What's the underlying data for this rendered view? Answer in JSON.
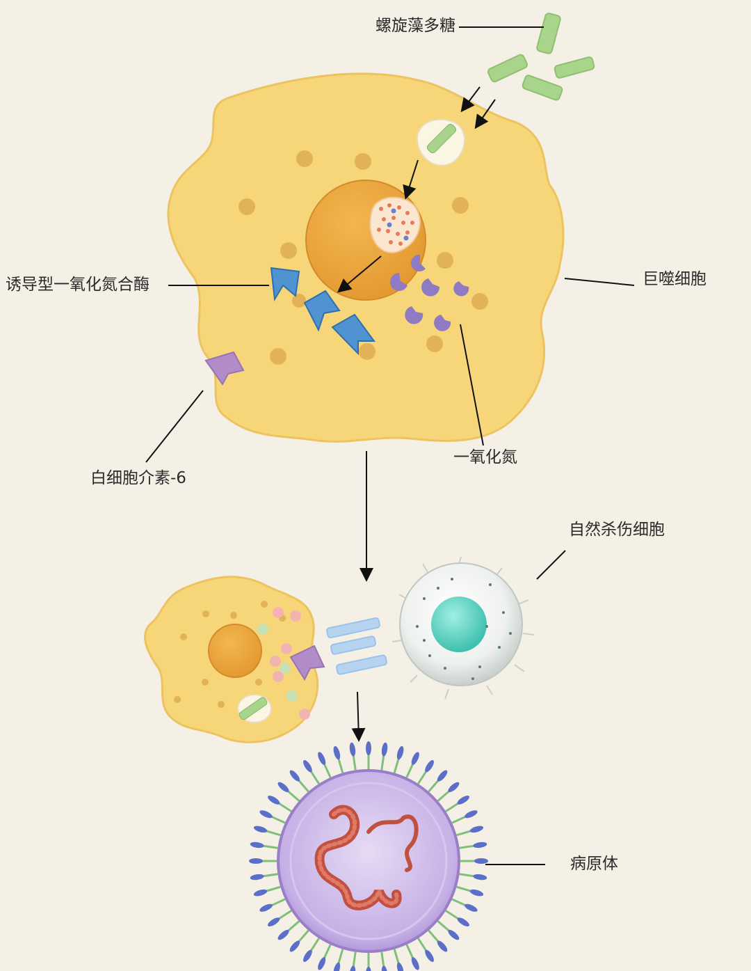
{
  "labels": {
    "spirulina_polysaccharide": "螺旋藻多糖",
    "inos": "诱导型一氧化氮合酶",
    "macrophage": "巨噬细胞",
    "interleukin_6": "白细胞介素-6",
    "nitric_oxide": "一氧化氮",
    "nk_cell": "自然杀伤细胞",
    "pathogen": "病原体"
  },
  "colors": {
    "background": "#f4f0e6",
    "macrophage_body": "#f7d67a",
    "nucleus": "#e9a43d",
    "polysaccharide": "#a9d48b",
    "inos": "#4f93d1",
    "nitric_oxide": "#8f7ac4",
    "interleukin": "#b18cc8",
    "nk_nucleus": "#5fcfbf",
    "pathogen_membrane": "#c9b6e6",
    "pathogen_rna": "#c0503f",
    "spike": "#5b6fc8"
  }
}
